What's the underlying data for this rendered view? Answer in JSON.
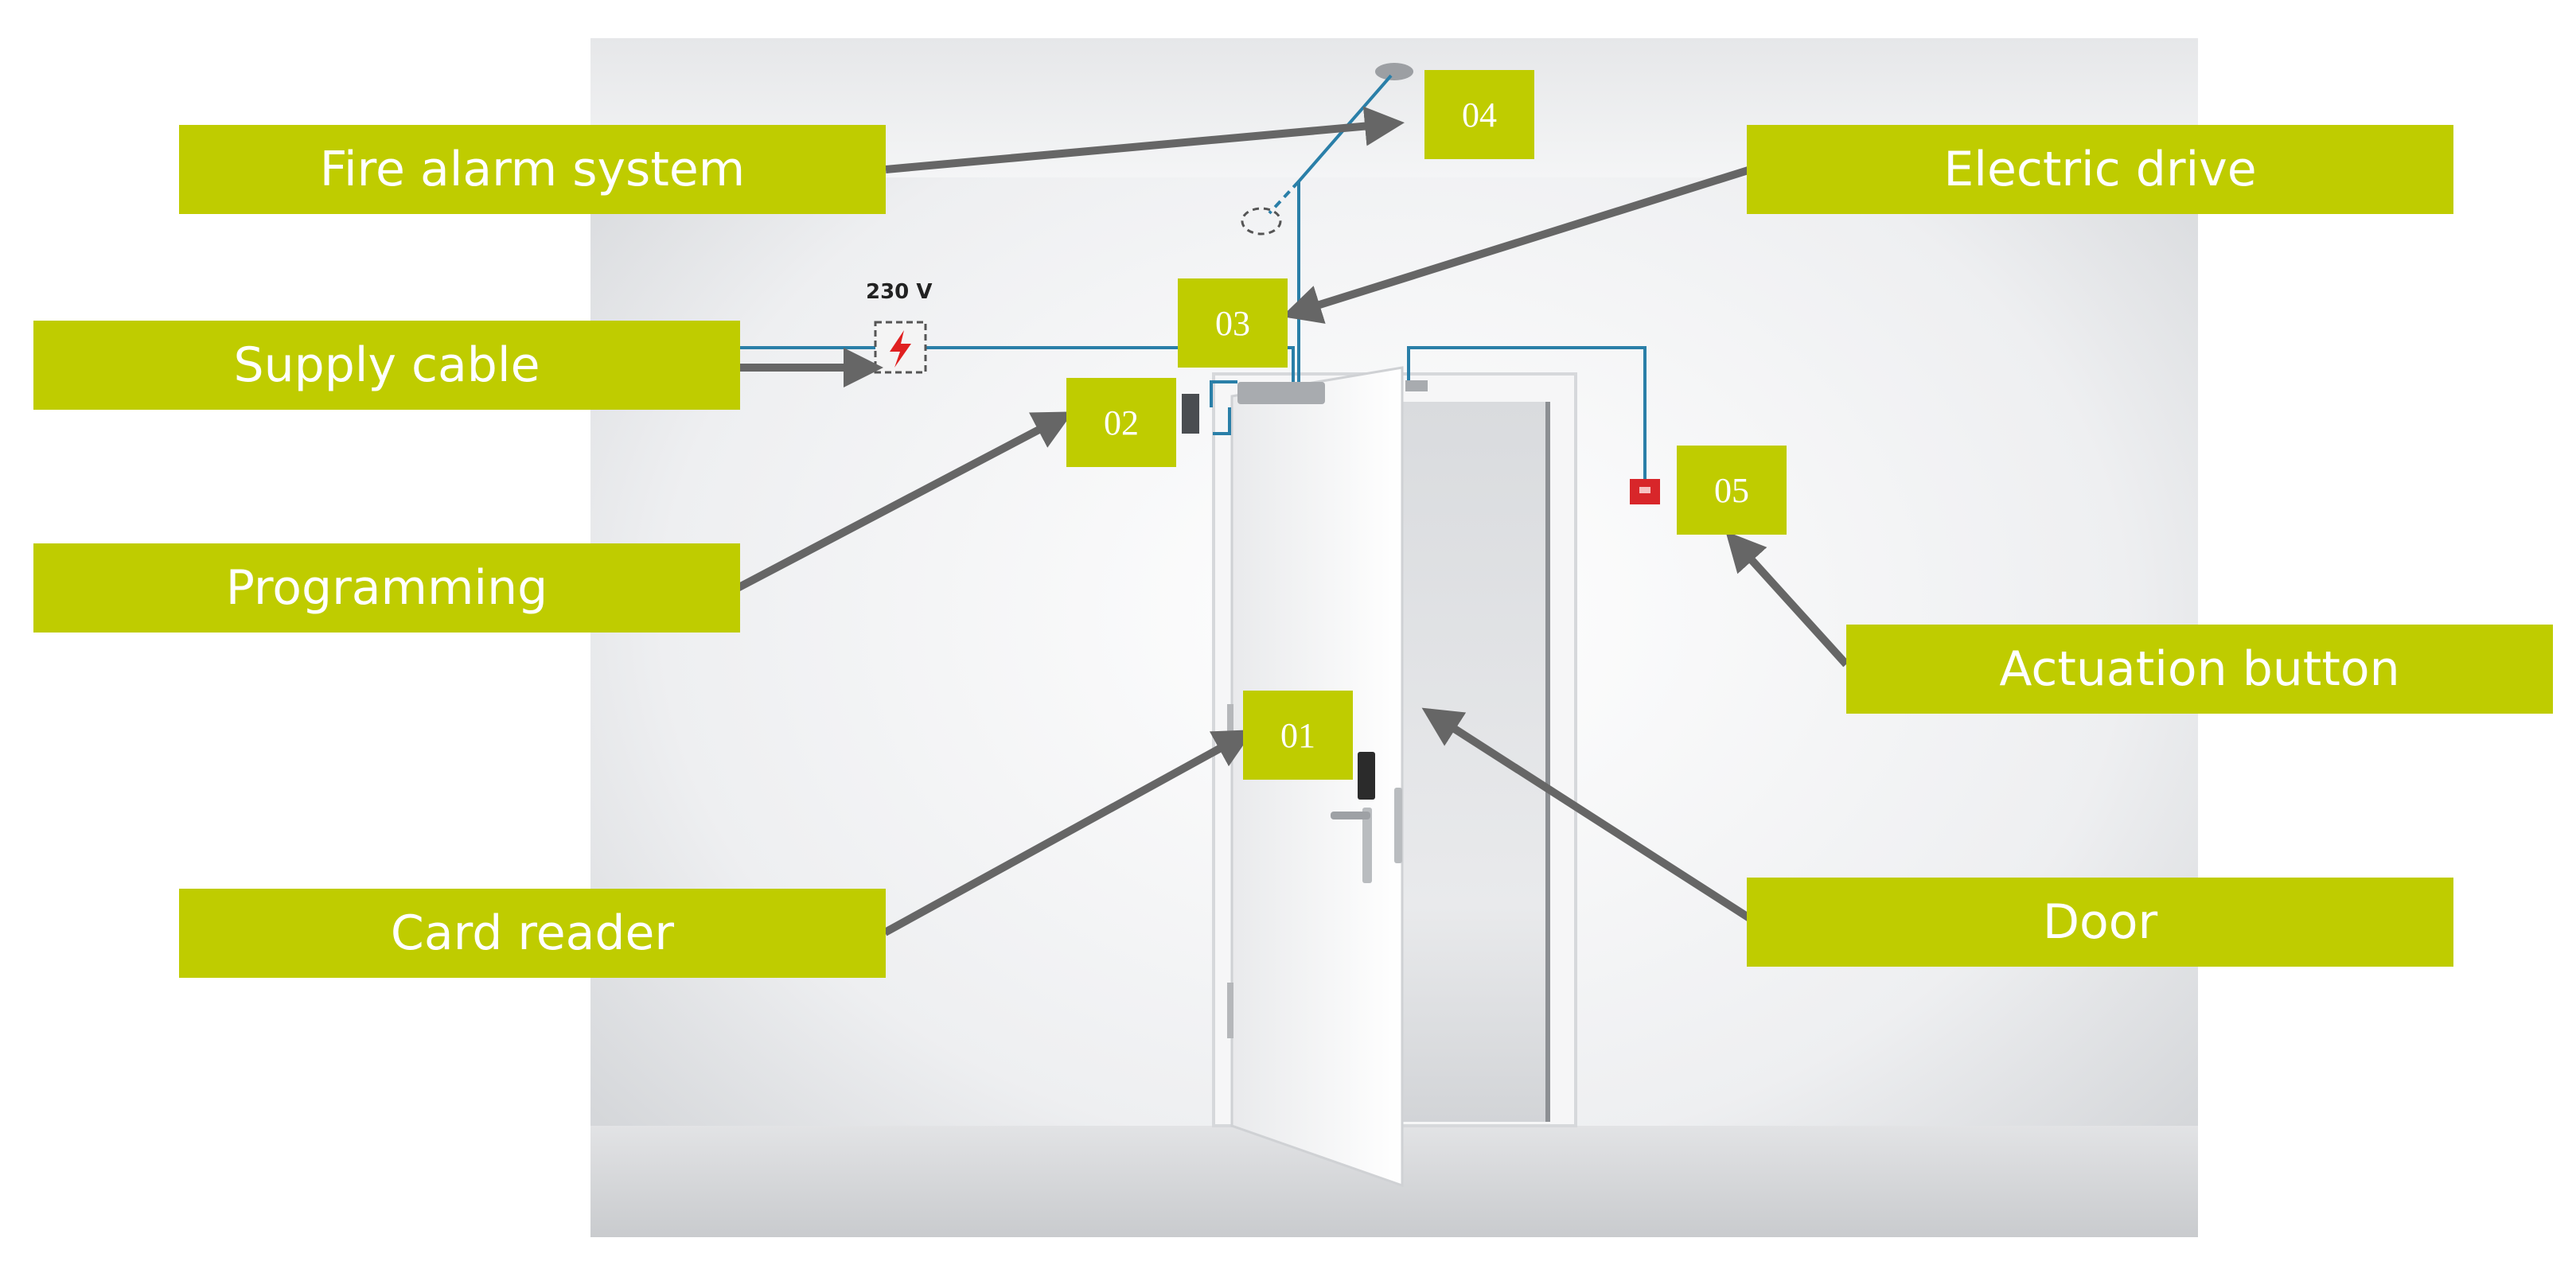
{
  "labels": {
    "fire_alarm_system": "Fire alarm system",
    "electric_drive": "Electric drive",
    "supply_cable": "Supply cable",
    "programming": "Programming",
    "actuation_button": "Actuation button",
    "card_reader": "Card reader",
    "door": "Door"
  },
  "numbers": {
    "n01": "01",
    "n02": "02",
    "n03": "03",
    "n04": "04",
    "n05": "05"
  },
  "voltage": "230 V",
  "colors": {
    "label_bg": "#bfcc00",
    "label_text": "#ffffff",
    "cable": "#2a7fa8",
    "arrow": "#666666",
    "alarm_button": "#d8262a",
    "lightning": "#e02020"
  },
  "icons": {
    "power_outlet": "lightning-icon",
    "smoke_detector": "smoke-detector-icon",
    "actuation_button": "red-button-icon"
  }
}
